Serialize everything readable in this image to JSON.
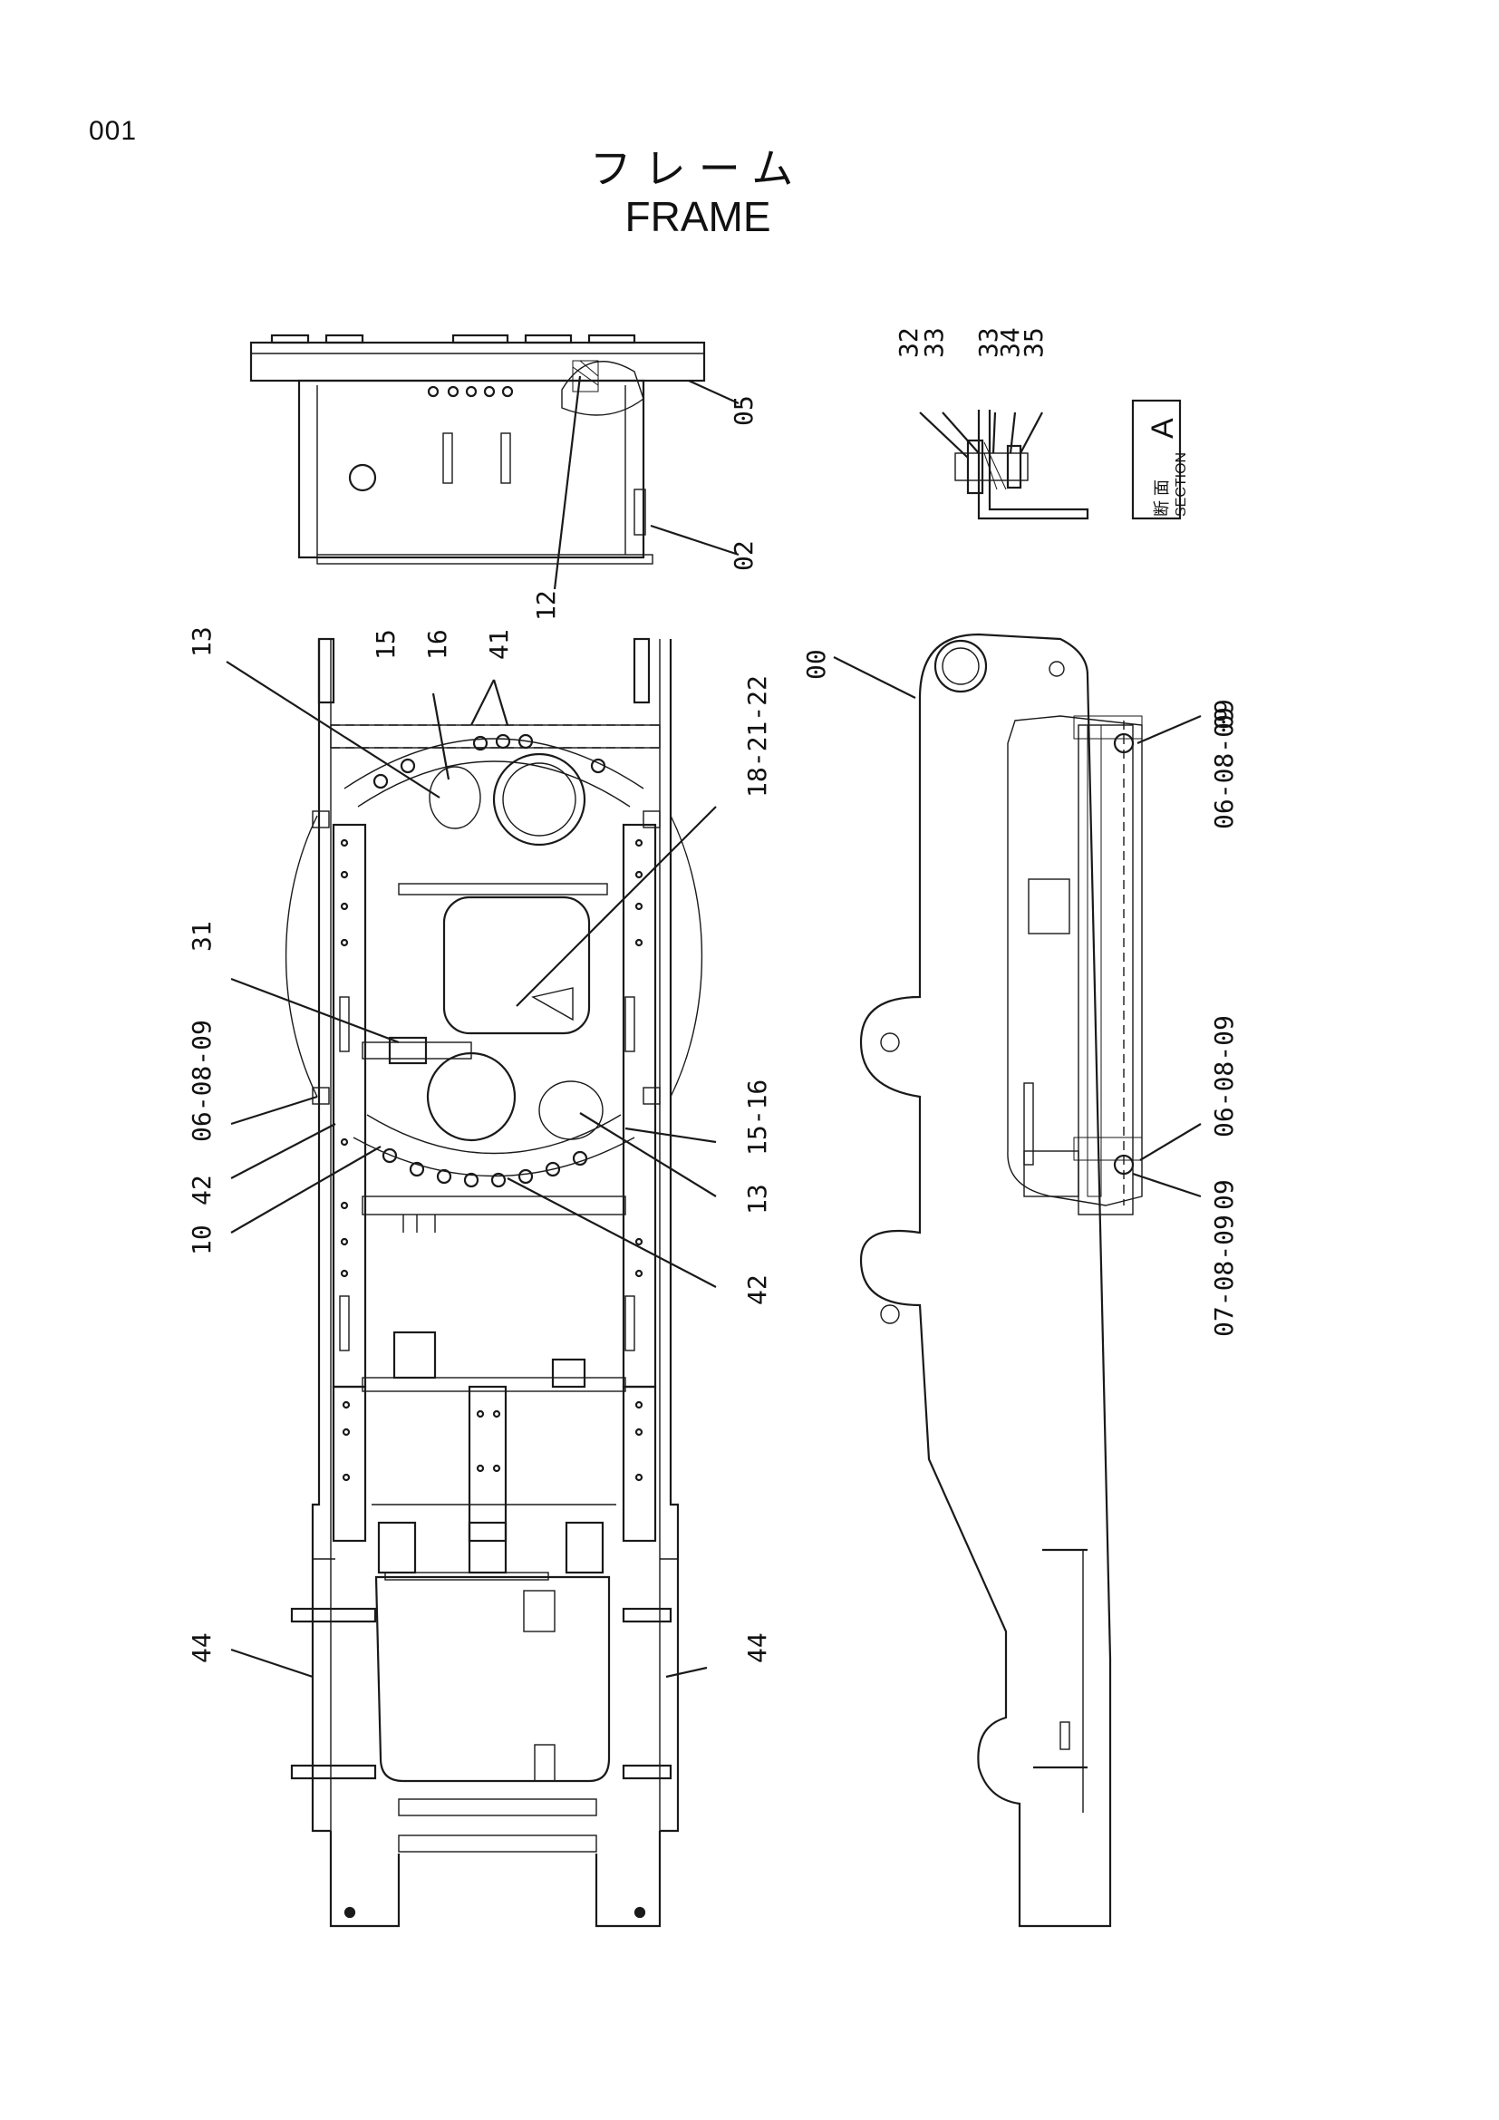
{
  "page": {
    "number": "001"
  },
  "title": {
    "japanese": "フレーム",
    "english": "FRAME"
  },
  "section_label": {
    "kanji": "断 面",
    "text": "SECTION",
    "letter": "A"
  },
  "callouts": {
    "c_05": "05",
    "c_02": "02",
    "c_12": "12",
    "c_32": "32",
    "c_33a": "33",
    "c_33b": "33",
    "c_34": "34",
    "c_35": "35",
    "c_13a": "13",
    "c_15": "15",
    "c_16": "16",
    "c_41": "41",
    "c_18_21_22": "18-21-22",
    "c_31": "31",
    "c_06_08_09_left": "06-08-09",
    "c_42a": "42",
    "c_10": "10",
    "c_15_16": "15-16",
    "c_13b": "13",
    "c_42b": "42",
    "c_44a": "44",
    "c_44b": "44",
    "c_00": "00",
    "c_09a": "09",
    "c_06_08_09_top": "06-08-09",
    "c_06_08_09_mid": "06-08-09",
    "c_09b": "09",
    "c_07_08_09": "07-08-09"
  }
}
